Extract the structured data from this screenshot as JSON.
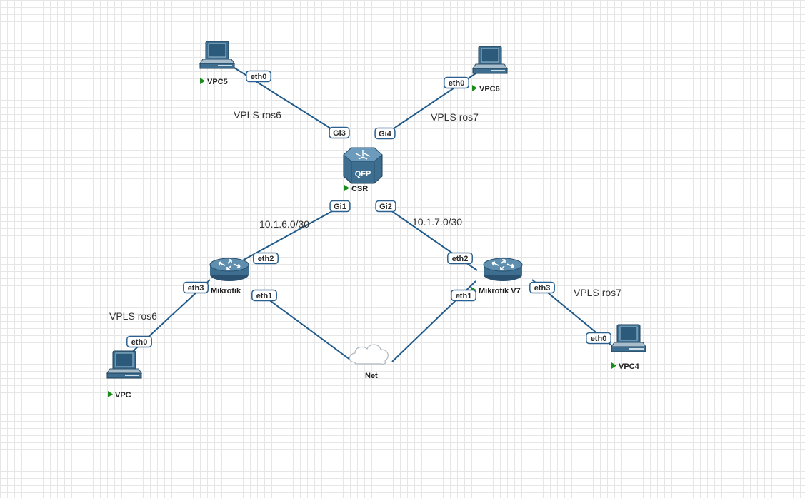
{
  "nodes": {
    "vpc5": {
      "label": "VPC5",
      "type": "pc",
      "icon": "pc-icon",
      "running": true
    },
    "vpc6": {
      "label": "VPC6",
      "type": "pc",
      "icon": "pc-icon",
      "running": true
    },
    "csr": {
      "label": "CSR",
      "type": "router",
      "icon": "qfp-router-icon",
      "icon_text": "QFP",
      "running": true
    },
    "mikrotik": {
      "label": "Mikrotik",
      "type": "router",
      "icon": "router-icon",
      "running": true
    },
    "mikrotik_v7": {
      "label": "Mikrotik V7",
      "type": "router",
      "icon": "router-icon",
      "running": true
    },
    "vpc": {
      "label": "VPC",
      "type": "pc",
      "icon": "pc-icon",
      "running": true
    },
    "vpc4": {
      "label": "VPC4",
      "type": "pc",
      "icon": "pc-icon",
      "running": true
    },
    "net": {
      "label": "Net",
      "type": "network",
      "icon": "cloud-icon"
    }
  },
  "links": [
    {
      "from": "vpc5",
      "from_port": "eth0",
      "to": "csr",
      "to_port": "Gi3"
    },
    {
      "from": "vpc6",
      "from_port": "eth0",
      "to": "csr",
      "to_port": "Gi4"
    },
    {
      "from": "csr",
      "from_port": "Gi1",
      "to": "mikrotik",
      "to_port": "eth2"
    },
    {
      "from": "csr",
      "from_port": "Gi2",
      "to": "mikrotik_v7",
      "to_port": "eth2"
    },
    {
      "from": "mikrotik",
      "from_port": "eth3",
      "to": "vpc",
      "to_port": "eth0"
    },
    {
      "from": "mikrotik",
      "from_port": "eth1",
      "to": "net",
      "to_port": ""
    },
    {
      "from": "mikrotik_v7",
      "from_port": "eth1",
      "to": "net",
      "to_port": ""
    },
    {
      "from": "mikrotik_v7",
      "from_port": "eth3",
      "to": "vpc4",
      "to_port": "eth0"
    }
  ],
  "annotations": {
    "vpls_ros6_top": "VPLS ros6",
    "vpls_ros7_top": "VPLS ros7",
    "subnet_left": "10.1.6.0/30",
    "subnet_right": "10.1.7.0/30",
    "vpls_ros6_bottom": "VPLS ros6",
    "vpls_ros7_bottom": "VPLS ros7"
  },
  "colors": {
    "link": "#1f5a8a",
    "device": "#3d6e8f",
    "device_dark": "#2a5170",
    "running": "#1a8c1a"
  }
}
